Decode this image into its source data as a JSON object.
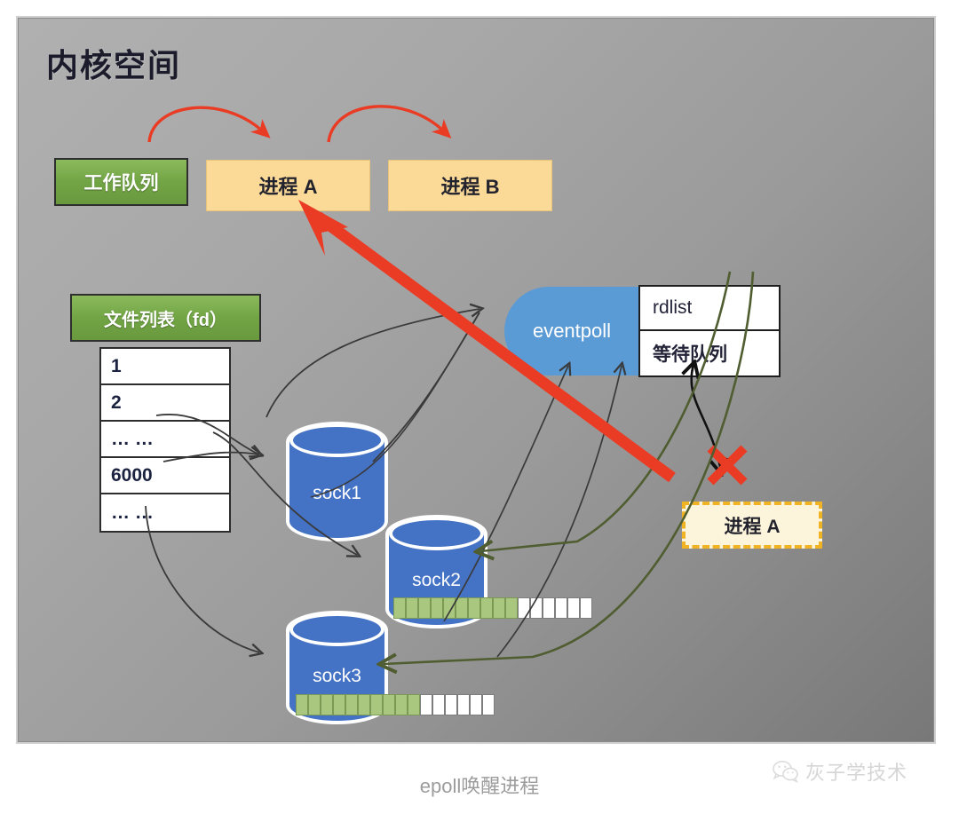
{
  "canvas": {
    "title": "内核空间",
    "caption": "epoll唤醒进程"
  },
  "work_queue": {
    "label": "工作队列"
  },
  "processes": {
    "a": "进程 A",
    "b": "进程 B",
    "sleeping_a": "进程 A"
  },
  "file_list": {
    "label": "文件列表（fd）",
    "rows": [
      "1",
      "2",
      "…  …",
      "6000",
      "…  …"
    ]
  },
  "eventpoll": {
    "label": "eventpoll",
    "cells": [
      "rdlist",
      "等待队列"
    ]
  },
  "sockets": [
    {
      "name": "sock1",
      "buffer_filled": 0,
      "buffer_total": 0
    },
    {
      "name": "sock2",
      "buffer_filled": 10,
      "buffer_total": 16
    },
    {
      "name": "sock3",
      "buffer_filled": 10,
      "buffer_total": 16
    }
  ],
  "markers": {
    "blocked_x": "✕"
  },
  "watermark": {
    "icon": "wechat-icon",
    "text": "灰子学技术"
  },
  "colors": {
    "green_box": "#72a545",
    "orange_box": "#fbd997",
    "dashed_border": "#f0b323",
    "blue_socket": "#4472c4",
    "eventpoll_blue": "#5b9bd5",
    "red_arrow": "#ea3c24",
    "green_arrow": "#5d6b3a",
    "thin_arrow": "#3a3a3a",
    "buffer_fill": "#a9c77e",
    "canvas_gray": "#9a9a9a"
  }
}
